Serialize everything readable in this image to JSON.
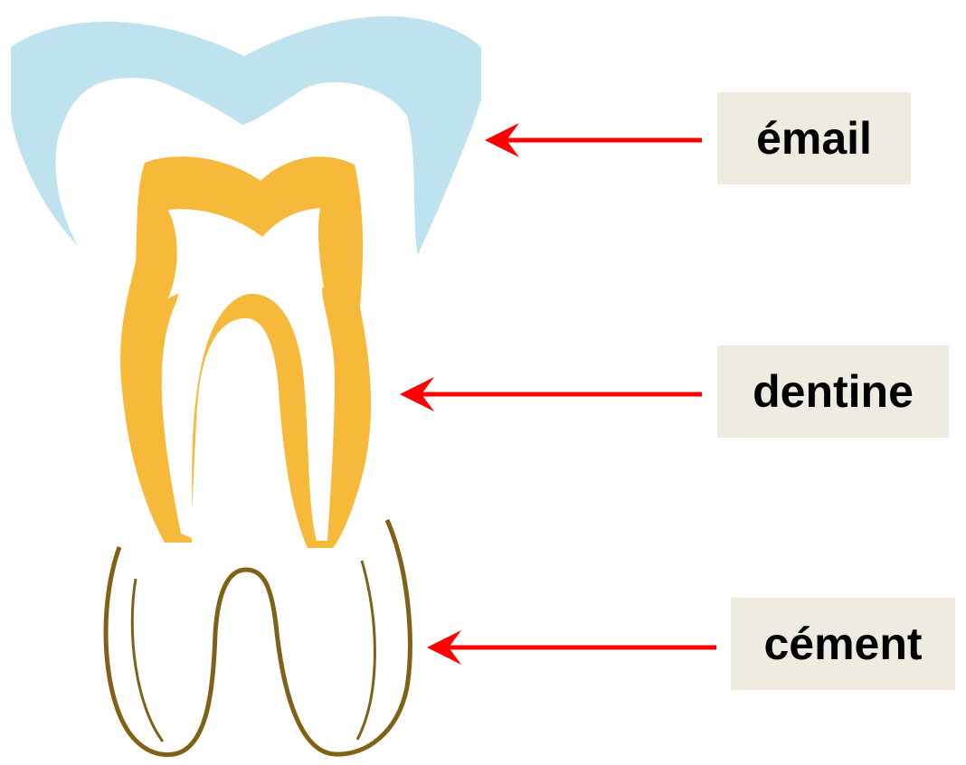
{
  "labels": {
    "email": "émail",
    "dentine": "dentine",
    "cement": "cément"
  },
  "colors": {
    "enamel": "#bfe3ee",
    "dentin": "#f7b93a",
    "cementum_outline": "#7f6216",
    "arrow": "#ff0000",
    "label_background": "#eeece1",
    "label_text": "#000000"
  }
}
